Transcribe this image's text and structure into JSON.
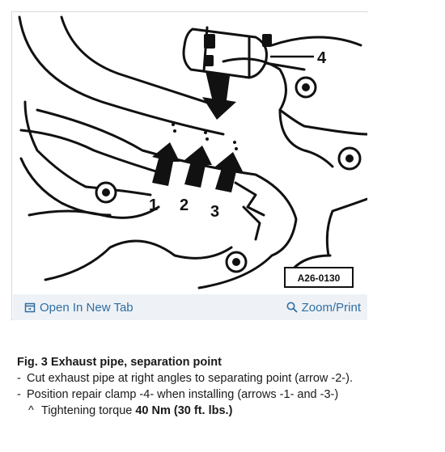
{
  "figure": {
    "callouts": [
      "1",
      "2",
      "3",
      "4"
    ],
    "figure_id": "A26-0130",
    "links": {
      "open_new_tab": "Open In New Tab",
      "zoom_print": "Zoom/Print"
    }
  },
  "caption": {
    "title": "Fig. 3 Exhaust pipe, separation point",
    "steps": [
      {
        "marker": "-",
        "text": "Cut exhaust pipe at right angles to separating point (arrow -2-)."
      },
      {
        "marker": "-",
        "text": "Position repair clamp -4- when installing (arrows -1- and -3-)"
      }
    ],
    "substep": {
      "marker": "^",
      "prefix": "Tightening torque ",
      "value": "40 Nm (30 ft. lbs.)"
    }
  }
}
